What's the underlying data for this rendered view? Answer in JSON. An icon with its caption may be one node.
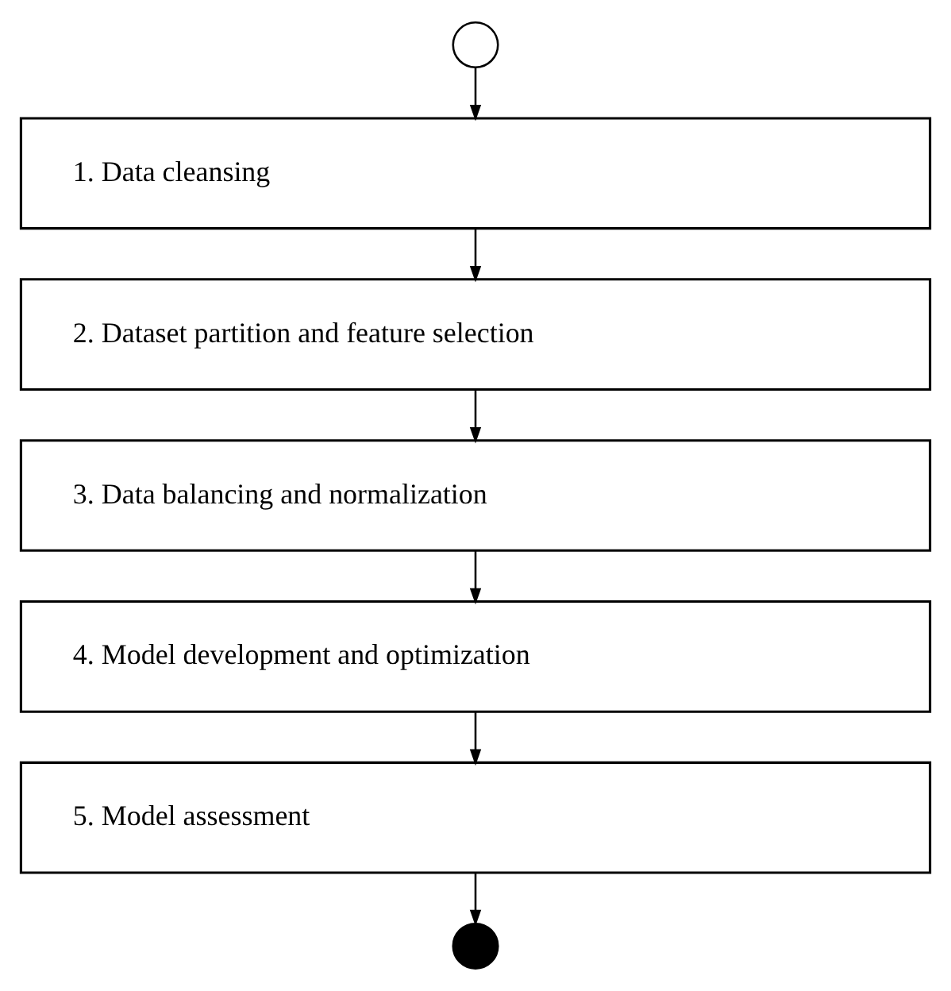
{
  "diagram": {
    "nodes": [
      {
        "text": [],
        "shape": "circle"
      },
      {
        "text": [
          "1. Data cleansing"
        ]
      },
      {
        "text": [
          "2. Dataset partition and feature selection"
        ]
      },
      {
        "text": [
          "3. Data balancing and normalization"
        ]
      },
      {
        "text": [
          "4. Model development and optimization"
        ]
      },
      {
        "text": [
          "5. Model assessment"
        ]
      },
      {
        "text": [],
        "shape": "circle"
      }
    ],
    "edges": [
      {
        "from": 0,
        "to": 1,
        "arrow": "to"
      },
      {
        "from": 1,
        "to": 2,
        "arrow": "to"
      },
      {
        "from": 2,
        "to": 3,
        "arrow": "to"
      },
      {
        "from": 3,
        "to": 4,
        "arrow": "to"
      },
      {
        "from": 4,
        "to": 5,
        "arrow": "to"
      },
      {
        "from": 5,
        "to": 6,
        "arrow": "to"
      }
    ]
  }
}
